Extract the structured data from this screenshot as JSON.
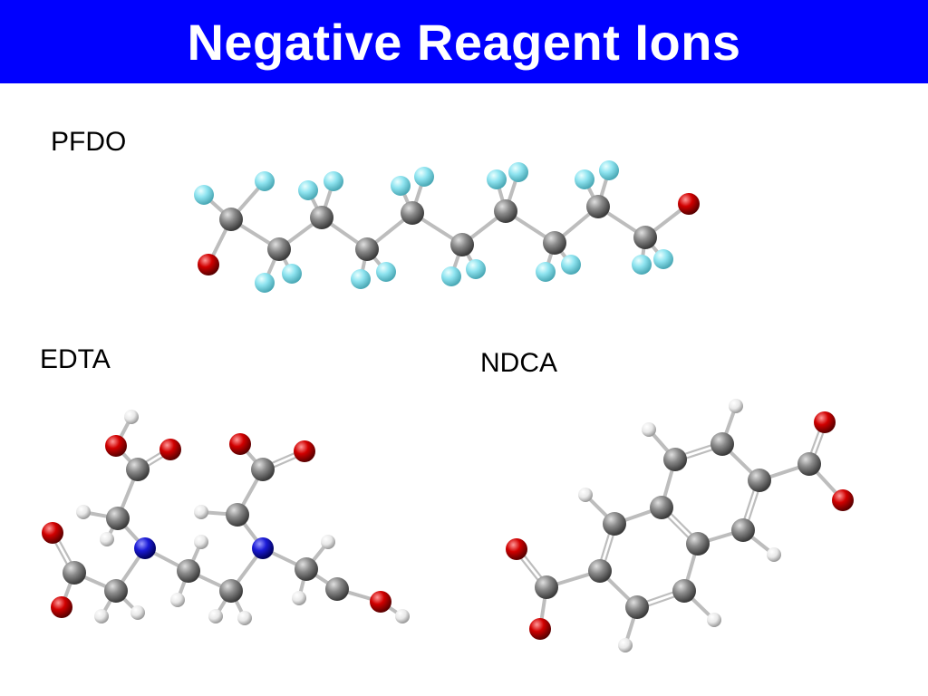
{
  "slide": {
    "title": "Negative Reagent Ions"
  },
  "molecules": [
    {
      "id": "pfdo",
      "label": "PFDO"
    },
    {
      "id": "edta",
      "label": "EDTA"
    },
    {
      "id": "ndca",
      "label": "NDCA"
    }
  ],
  "atom_colors": {
    "C": "#7f7f7f",
    "F": "#8fe4f0",
    "O": "#d10000",
    "N": "#1a1ad6",
    "H": "#e8e8e8"
  },
  "bond_color": "#bdbdbd",
  "title_bar_color": "#0000ff"
}
